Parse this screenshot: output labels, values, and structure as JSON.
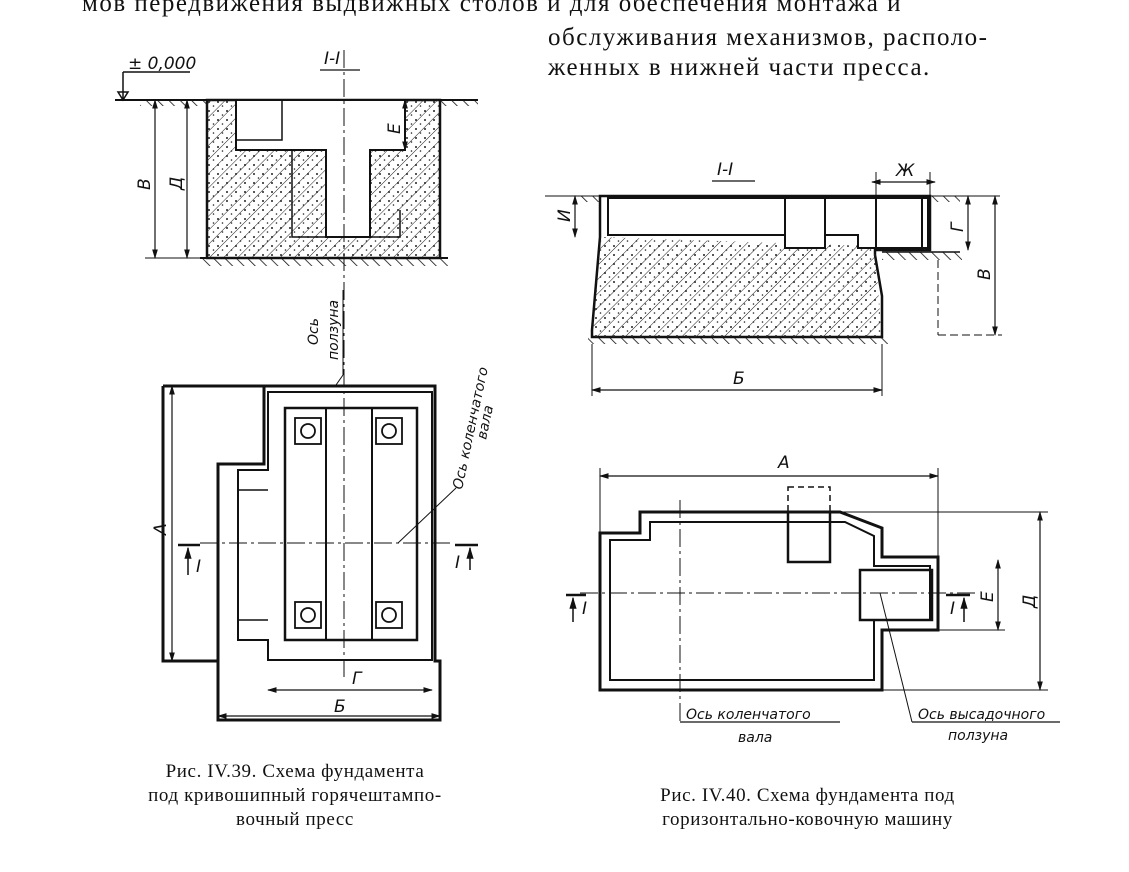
{
  "text": {
    "line1": "мов передвижения выдвижных столов и для обеспечения  монтажа и",
    "line2": "обслуживания механизмов,  располо-",
    "line3": "женных в нижней  части пресса."
  },
  "fig39": {
    "level_mark": "± 0,000",
    "section_title": "I-I",
    "dim_v": "В",
    "dim_d": "Д",
    "dim_e": "Е",
    "axis_slider_1": "Ось",
    "axis_slider_2": "ползуна",
    "axis_crank_1": "Ось коленчатого",
    "axis_crank_2": "вала",
    "dim_a": "А",
    "dim_b": "Б",
    "dim_g": "Г",
    "cut_left": "I",
    "cut_right": "I",
    "caption_1": "Рис. IV.39. Схема фундамента",
    "caption_2": "под кривошипный горячештампо-",
    "caption_3": "вочный  пресс"
  },
  "fig40": {
    "section_title": "I-I",
    "dim_zh": "Ж",
    "dim_i": "И",
    "dim_g": "Г",
    "dim_v": "В",
    "dim_b": "Б",
    "dim_a": "А",
    "dim_d": "Д",
    "dim_e": "Е",
    "cut_left": "I",
    "cut_right": "I",
    "axis_crank_1": "Ось коленчатого",
    "axis_crank_2": "вала",
    "axis_upset_1": "Ось высадочного",
    "axis_upset_2": "ползуна",
    "caption_1": "Рис. IV.40. Схема фундамента под",
    "caption_2": "горизонтально-ковочную  машину"
  }
}
